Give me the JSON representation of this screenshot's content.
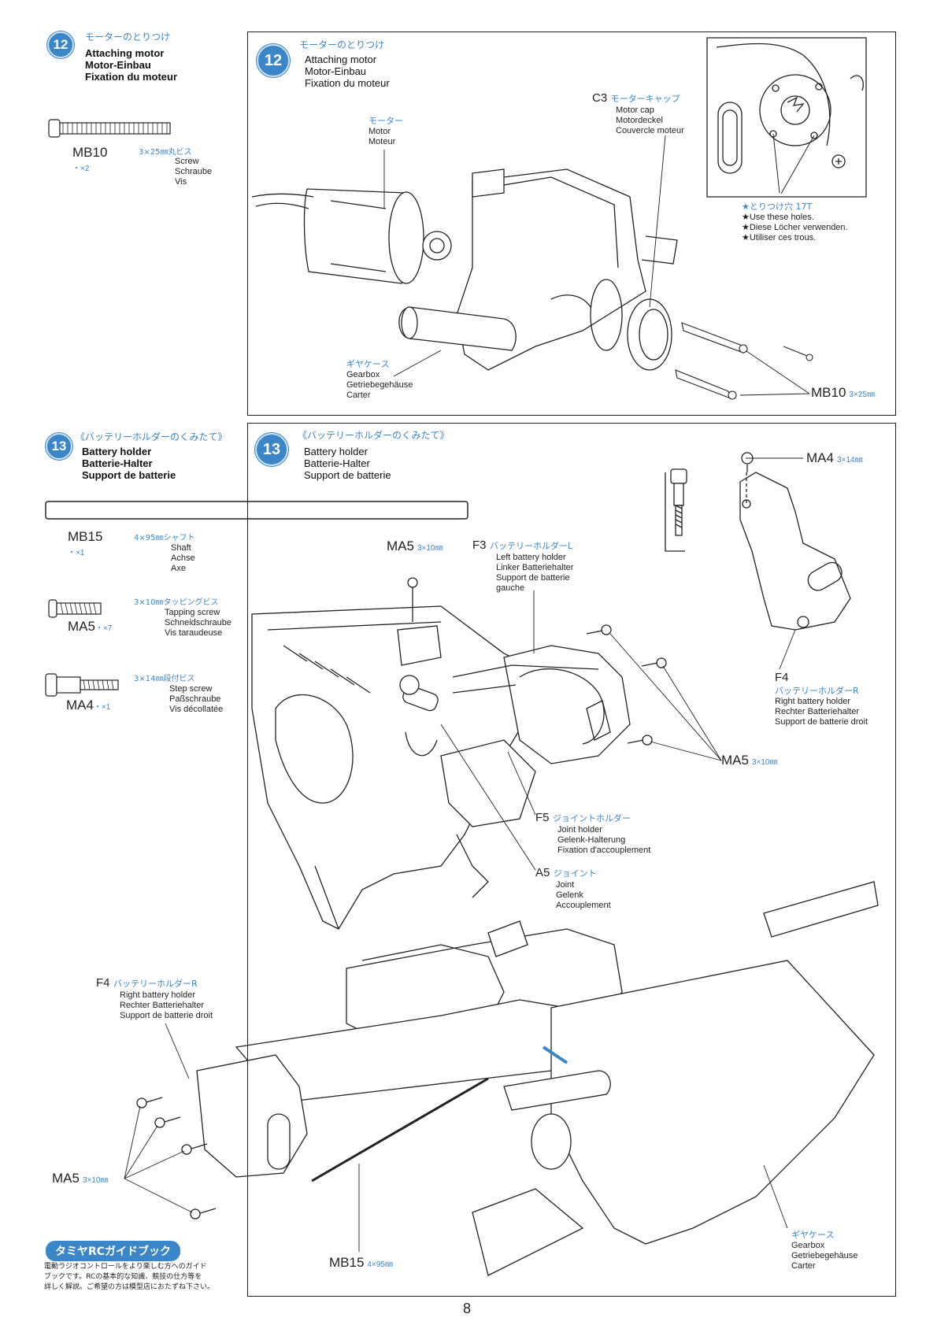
{
  "step12": {
    "number": "12",
    "title_jp": "モーターのとりつけ",
    "title_en": "Attaching motor",
    "title_de": "Motor-Einbau",
    "title_fr": "Fixation du moteur",
    "part": {
      "code": "MB10",
      "qty": "・×2",
      "size_jp": "3×25㎜丸ビス",
      "en": "Screw",
      "de": "Schraube",
      "fr": "Vis"
    },
    "labels": {
      "motor": {
        "jp": "モーター",
        "en": "Motor",
        "fr": "Moteur"
      },
      "c3": {
        "code": "C3",
        "jp": "モーターキャップ",
        "en": "Motor cap",
        "de": "Motordeckel",
        "fr": "Couvercle moteur"
      },
      "holes": {
        "jp": "★とりつけ穴 17T",
        "en": "★Use these holes.",
        "de": "★Diese Löcher verwenden.",
        "fr": "★Utiliser ces trous."
      },
      "gearbox": {
        "jp": "ギヤケース",
        "en": "Gearbox",
        "de": "Getriebegehäuse",
        "fr": "Carter"
      },
      "mb10": {
        "code": "MB10",
        "size": "3×25㎜"
      }
    }
  },
  "step13": {
    "number": "13",
    "title_jp": "《バッテリーホルダーのくみたて》",
    "title_en": "Battery holder",
    "title_de": "Batterie-Halter",
    "title_fr": "Support de batterie",
    "parts": [
      {
        "code": "MB15",
        "qty": "・×1",
        "size_jp": "4×95㎜シャフト",
        "en": "Shaft",
        "de": "Achse",
        "fr": "Axe"
      },
      {
        "code": "MA5",
        "qty": "・×7",
        "size_jp": "3×10㎜タッピングビス",
        "en": "Tapping screw",
        "de": "Schneidschraube",
        "fr": "Vis taraudeuse"
      },
      {
        "code": "MA4",
        "qty": "・×1",
        "size_jp": "3×14㎜段付ビス",
        "en": "Step screw",
        "de": "Paßschraube",
        "fr": "Vis décollatée"
      }
    ],
    "labels": {
      "ma4": {
        "code": "MA4",
        "size": "3×14㎜"
      },
      "ma5_top": {
        "code": "MA5",
        "size": "3×10㎜"
      },
      "f3": {
        "code": "F3",
        "jp": "バッテリーホルダーL",
        "en": "Left battery holder",
        "de": "Linker Batteriehalter",
        "fr1": "Support de batterie",
        "fr2": "gauche"
      },
      "f4_top": {
        "code": "F4",
        "jp": "バッテリーホルダーR",
        "en": "Right battery holder",
        "de": "Rechter Batteriehalter",
        "fr": "Support de batterie droit"
      },
      "ma5_right": {
        "code": "MA5",
        "size": "3×10㎜"
      },
      "f5": {
        "code": "F5",
        "jp": "ジョイントホルダー",
        "en": "Joint holder",
        "de": "Gelenk-Halterung",
        "fr": "Fixation d'accouplement"
      },
      "a5": {
        "code": "A5",
        "jp": "ジョイント",
        "en": "Joint",
        "de": "Gelenk",
        "fr": "Accouplement"
      },
      "f4_bottom": {
        "code": "F4",
        "jp": "バッテリーホルダーR",
        "en": "Right battery holder",
        "de": "Rechter Batteriehalter",
        "fr": "Support de batterie droit"
      },
      "ma5_bottom": {
        "code": "MA5",
        "size": "3×10㎜"
      },
      "mb15": {
        "code": "MB15",
        "size": "4×95㎜"
      },
      "gearbox": {
        "jp": "ギヤケース",
        "en": "Gearbox",
        "de": "Getriebegehäuse",
        "fr": "Carter"
      }
    }
  },
  "guide": {
    "title": "タミヤRCガイドブック",
    "text1": "電動ラジオコントロールをより楽しむ方へのガイド",
    "text2": "ブックです。RCの基本的な知識、競技の仕方等を",
    "text3": "詳しく解説。ご希望の方は模型店におたずね下さい。"
  },
  "page_number": "8",
  "colors": {
    "accent": "#3a86c8",
    "line": "#222222"
  }
}
